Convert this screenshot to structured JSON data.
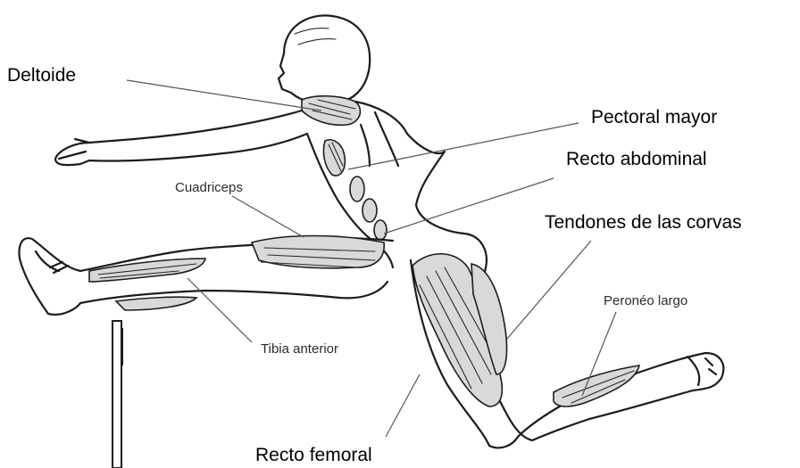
{
  "labels": {
    "deltoide": "Deltoide",
    "pectoral_mayor": "Pectoral mayor",
    "recto_abdominal": "Recto abdominal",
    "cuadriceps": "Cuadriceps",
    "tendones": "Tendones de las corvas",
    "peroneo": "Peronéo largo",
    "tibia": "Tibia anterior",
    "recto_femoral": "Recto femoral"
  }
}
